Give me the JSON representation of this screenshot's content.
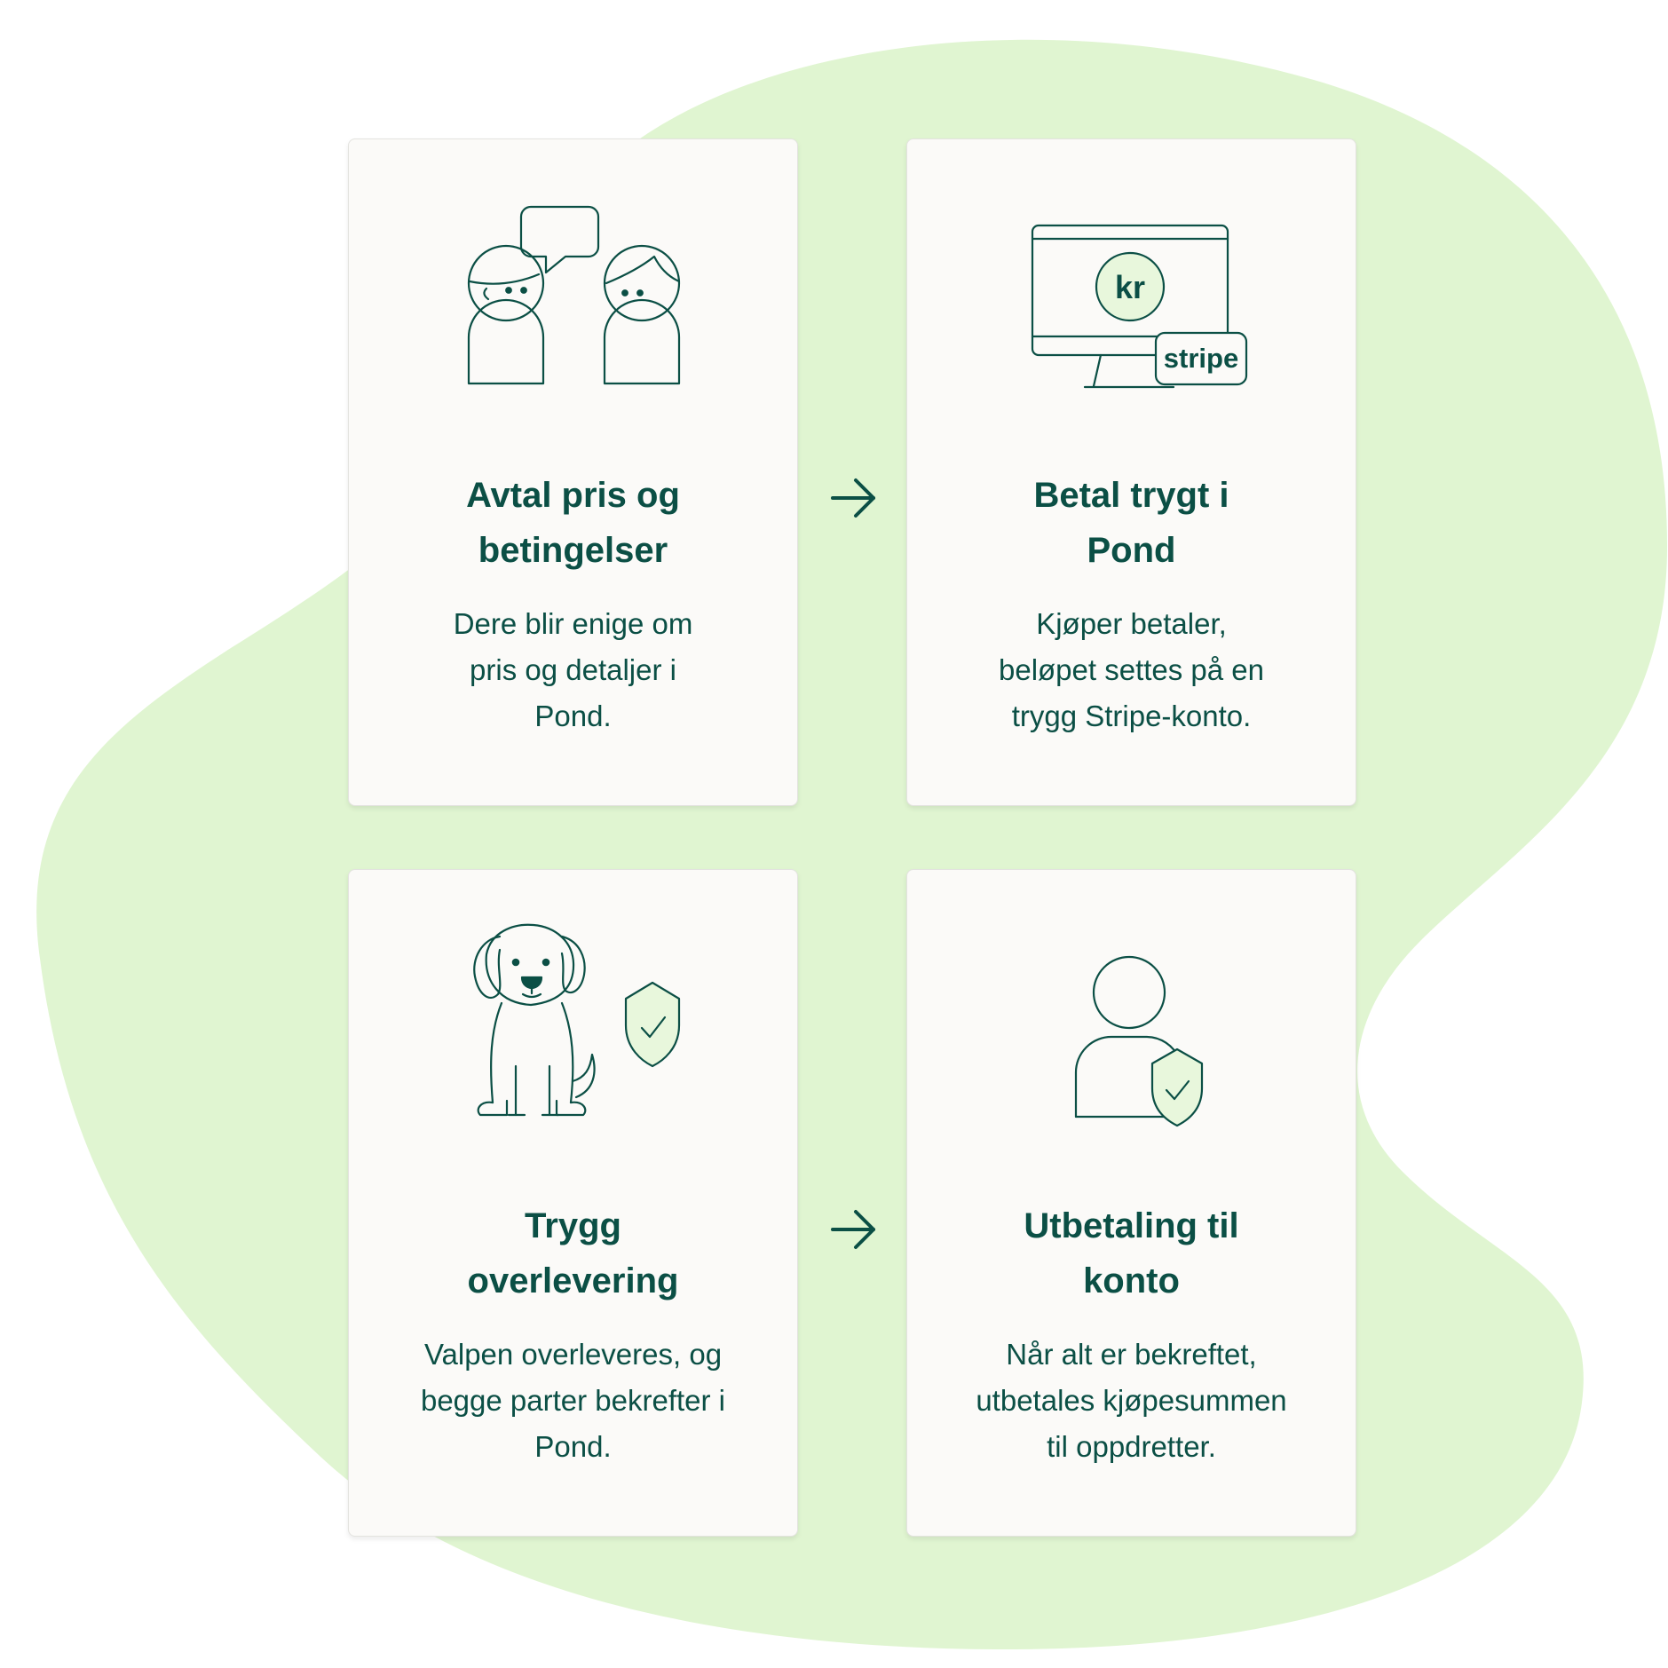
{
  "colors": {
    "background_blob": "#e0f5d1",
    "card_background": "#fbfaf8",
    "text": "#0b4f45",
    "accent_fill": "#e8f7dc"
  },
  "steps": [
    {
      "title_lines": [
        "Avtal pris og",
        "betingelser"
      ],
      "body_lines": [
        "Dere blir enige om",
        "pris og detaljer i",
        "Pond."
      ],
      "icon": "two-people-chatting-icon"
    },
    {
      "title_lines": [
        "Betal trygt i",
        "Pond"
      ],
      "body_lines": [
        "Kjøper betaler,",
        "beløpet settes på en",
        "trygg Stripe-konto."
      ],
      "icon": "monitor-payment-icon",
      "icon_labels": {
        "currency": "kr",
        "brand": "stripe"
      }
    },
    {
      "title_lines": [
        "Trygg",
        "overlevering"
      ],
      "body_lines": [
        "Valpen overleveres, og",
        "begge parter bekrefter i",
        "Pond."
      ],
      "icon": "puppy-shield-icon"
    },
    {
      "title_lines": [
        "Utbetaling til",
        "konto"
      ],
      "body_lines": [
        "Når alt er bekreftet,",
        "utbetales kjøpesummen",
        "til oppdretter."
      ],
      "icon": "person-shield-icon"
    }
  ],
  "connectors": [
    "arrow-right-icon",
    "arrow-right-icon"
  ]
}
